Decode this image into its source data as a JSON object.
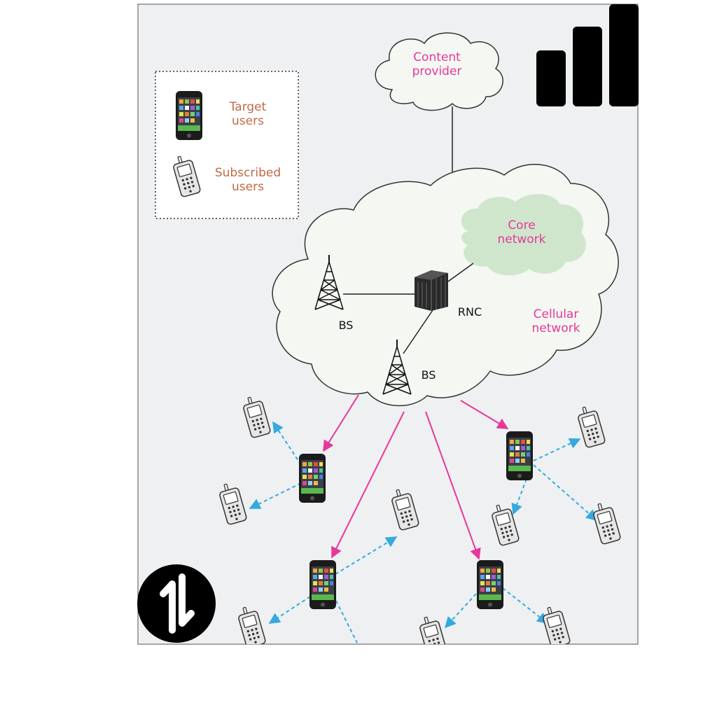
{
  "legend": {
    "target_label_line1": "Target",
    "target_label_line2": "users",
    "subscribed_label_line1": "Subscribed",
    "subscribed_label_line2": "users"
  },
  "content_provider": {
    "line1": "Content",
    "line2": "provider"
  },
  "core_network": {
    "line1": "Core",
    "line2": "network"
  },
  "cellular_network": {
    "line1": "Cellular",
    "line2": "network"
  },
  "rnc_label": "RNC",
  "bs_label_1": "BS",
  "bs_label_2": "BS",
  "colors": {
    "panel_bg": "#eef0f1",
    "cloud_fill": "#f4f7f2",
    "core_cloud_fill": "#cfe6cd",
    "pink_accent": "#e8379a",
    "blue_link": "#36a9df",
    "legend_text": "#c06a44"
  },
  "icons": [
    "signal-bars-icon",
    "transfer-arrows-icon",
    "smartphone-icon",
    "cellphone-icon",
    "tower-icon",
    "server-rack-icon"
  ]
}
